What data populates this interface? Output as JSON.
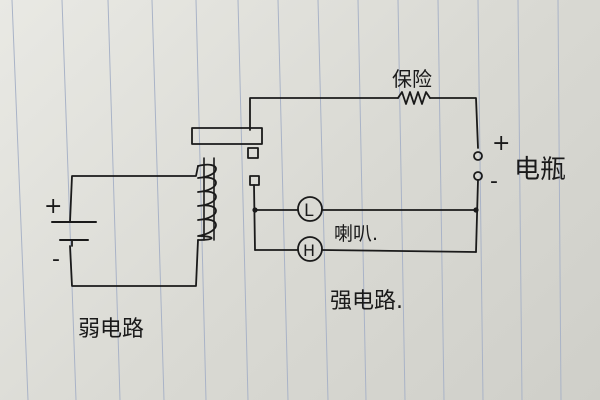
{
  "labels": {
    "fuse": "保险",
    "battery": "电瓶",
    "horn": "喇叭.",
    "weak_circuit": "弱电路",
    "strong_circuit": "强电路.",
    "weak_plus": "+",
    "weak_minus": "-",
    "battery_plus": "+",
    "battery_minus": "-",
    "lamp_low": "L",
    "lamp_high": "H"
  },
  "colors": {
    "ink": "#1a1a1a",
    "paper": "#e4e4df",
    "rule": "#a9b3c7"
  }
}
